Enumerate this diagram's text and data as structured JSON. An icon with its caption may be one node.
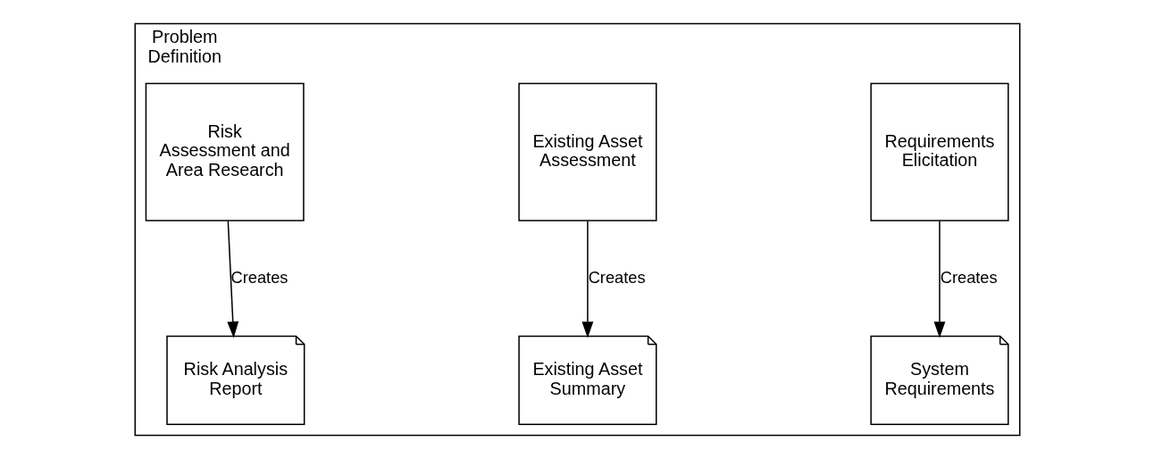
{
  "diagram": {
    "nodes": [
      {
        "text": [
          "Problem Definition"
        ]
      },
      {
        "text": [
          "Requirements Elicitation"
        ],
        "in": 0
      },
      {
        "text": [
          "Existing Asset Assessment"
        ],
        "in": 0
      },
      {
        "text": [
          "Risk Assessment and Area Research"
        ],
        "in": 0
      },
      {
        "text": [
          "System Requirements"
        ],
        "in": 0
      },
      {
        "text": [
          "Existing Asset Summary"
        ],
        "in": 0
      },
      {
        "text": [
          "Risk Analysis Report"
        ],
        "in": 0
      }
    ],
    "edges": [
      {
        "from": 1,
        "to": 4,
        "arrow": "to",
        "label": "Creates"
      },
      {
        "from": 2,
        "to": 5,
        "arrow": "to",
        "label": "Creates"
      },
      {
        "from": 3,
        "to": 6,
        "arrow": "to",
        "label": "Creates"
      }
    ]
  }
}
